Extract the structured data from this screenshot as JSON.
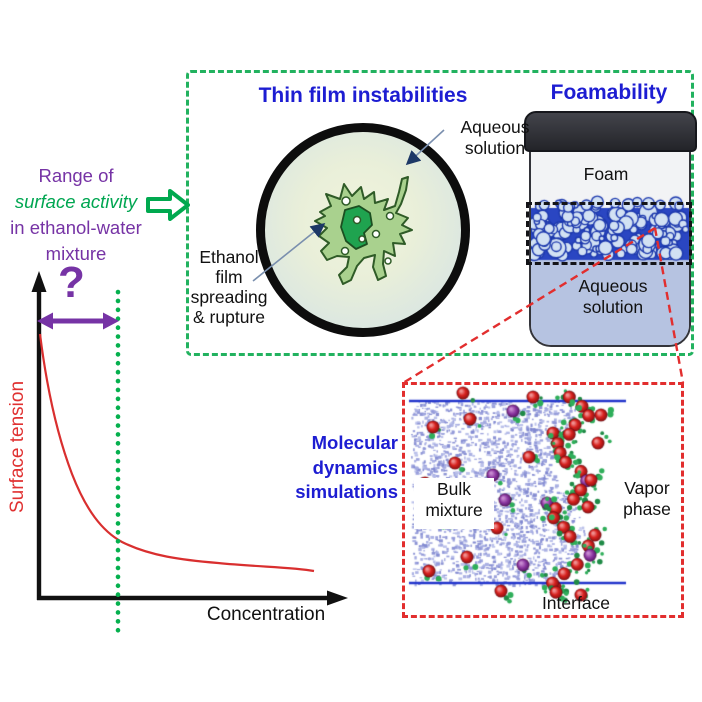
{
  "palette": {
    "purple": "#7633a5",
    "green_accent": "#00a651",
    "blue_heading": "#1d1dd2",
    "red_accent": "#e22e2e",
    "curve_red": "#d92f2f",
    "foam_blue": "#2a46c2",
    "aqueous_blue": "#b6c3e1"
  },
  "annotation": {
    "line1": "Range of",
    "line2": "surface activity",
    "line3": "in ethanol-water",
    "line4": "mixture",
    "question_mark": "?"
  },
  "plot": {
    "y_label": "Surface tension",
    "x_label": "Concentration",
    "description": "schematic decreasing surface-tension vs concentration curve with green dotted cutoff line and purple range arrow"
  },
  "film_box": {
    "title": "Thin film instabilities",
    "aqueous_line1": "Aqueous",
    "aqueous_line2": "solution",
    "ethanol_line1": "Ethanol",
    "ethanol_line2": "film",
    "ethanol_line3": "spreading",
    "ethanol_line4": "& rupture"
  },
  "foam_box": {
    "title": "Foamability",
    "foam_label": "Foam",
    "aqueous_line1": "Aqueous",
    "aqueous_line2": "solution"
  },
  "md_box": {
    "title_line1": "Molecular",
    "title_line2": "dynamics",
    "title_line3": "simulations",
    "bulk_line1": "Bulk",
    "bulk_line2": "mixture",
    "vapor_line1": "Vapor",
    "vapor_line2": "phase",
    "interface_label": "Interface"
  }
}
